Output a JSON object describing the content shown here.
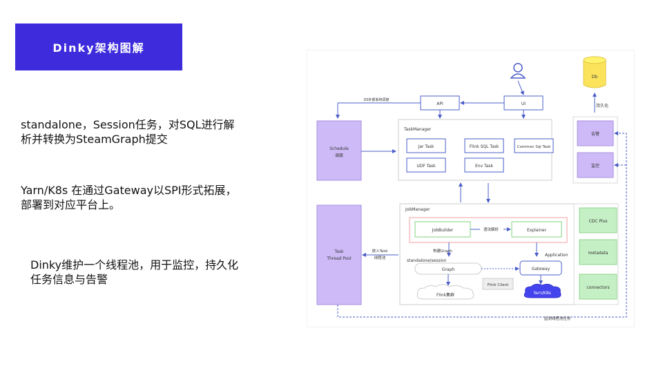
{
  "slide": {
    "title": "Dinky架构图解",
    "paragraphs": [
      "standalone，Session任务，对SQL进行解析并转换为SteamGraph提交",
      "Yarn/K8s 在通过Gateway以SPI形式拓展，部署到对应平台上。",
      "Dinky维护一个线程池，用于监控，持久化任务信息与告警"
    ]
  },
  "diagram": {
    "db_label": "Db",
    "persist_label": "持久化",
    "ds_label": "DS外部系统调度",
    "api_label": "API",
    "ui_label": "UI",
    "schedule_label": "Schedule",
    "schedule_sub": "调度",
    "task_manager_label": "TaskManager",
    "tasks": [
      "Jar Task",
      "Flink SQL Task",
      "Common Sql Task",
      "UDF Task",
      "Env Task"
    ],
    "alert_label": "告警",
    "monitor_label": "监控",
    "task_pool_label": "Task",
    "task_pool_sub": "Thread Pool",
    "put_task_label": "放入Task",
    "put_task_sub": "线程池",
    "job_manager_label": "JobManager",
    "job_builder_label": "JobBuilder",
    "parse_label": "语法解析",
    "explainer_label": "Explainer",
    "build_graph_label": "构建Graph",
    "application_label": "Application",
    "standalone_label": "standalone/session",
    "graph_label": "Graph",
    "gateway_label": "Gateway",
    "flink_client_label": "Flink Client",
    "flink_cluster_label": "Flink集群",
    "yarn_label": "Yarn/K8s",
    "right_boxes": [
      "CDC Plus",
      "metadata",
      "connectors"
    ],
    "bottom_label": "监测线程池任务",
    "colors": {
      "accent": "#3d2bdc",
      "purple": "#cdbaf6",
      "green": "#c5efc4",
      "blue_border": "#5b6fd6",
      "red_border": "#f2a0a0",
      "cloud_blue": "#4444ee"
    }
  }
}
